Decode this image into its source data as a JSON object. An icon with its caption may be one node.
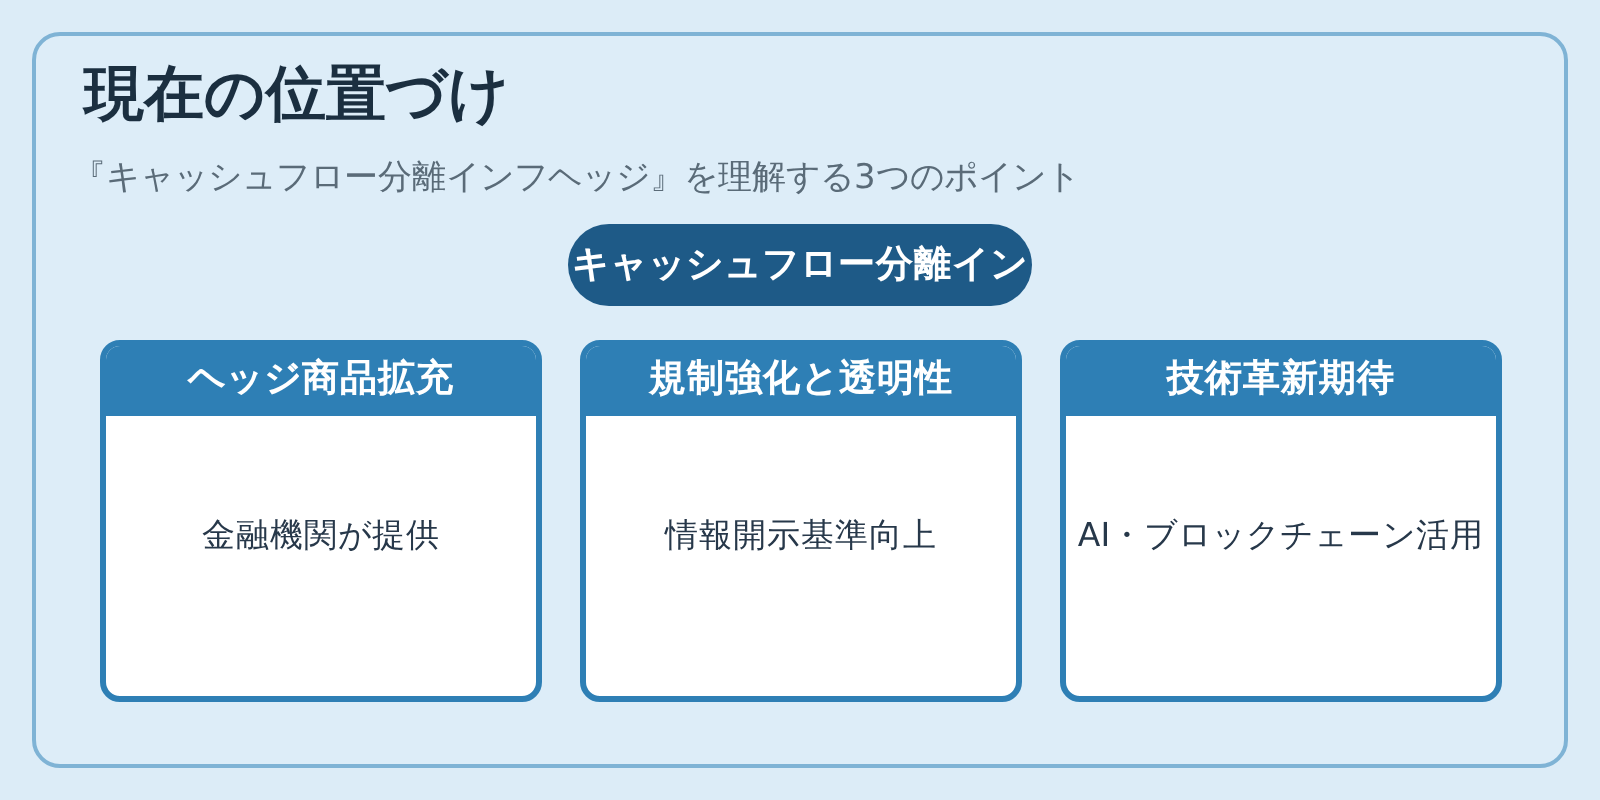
{
  "diagram": {
    "nodes": [
      {
        "text": [
          "現在の位置づけ",
          "『キャッシュフロー分離インフヘッジ』を理解する3つのポイント"
        ]
      },
      {
        "text": [
          "キャッシュフロー分離イン"
        ],
        "in": 0
      },
      {
        "text": [
          "ヘッジ商品拡充",
          "金融機関が提供"
        ],
        "in": 0
      },
      {
        "text": [
          "規制強化と透明性",
          "情報開示基準向上"
        ],
        "in": 0
      },
      {
        "text": [
          "技術革新期待",
          "AI・ブロックチェーン活用"
        ],
        "in": 0
      }
    ]
  }
}
